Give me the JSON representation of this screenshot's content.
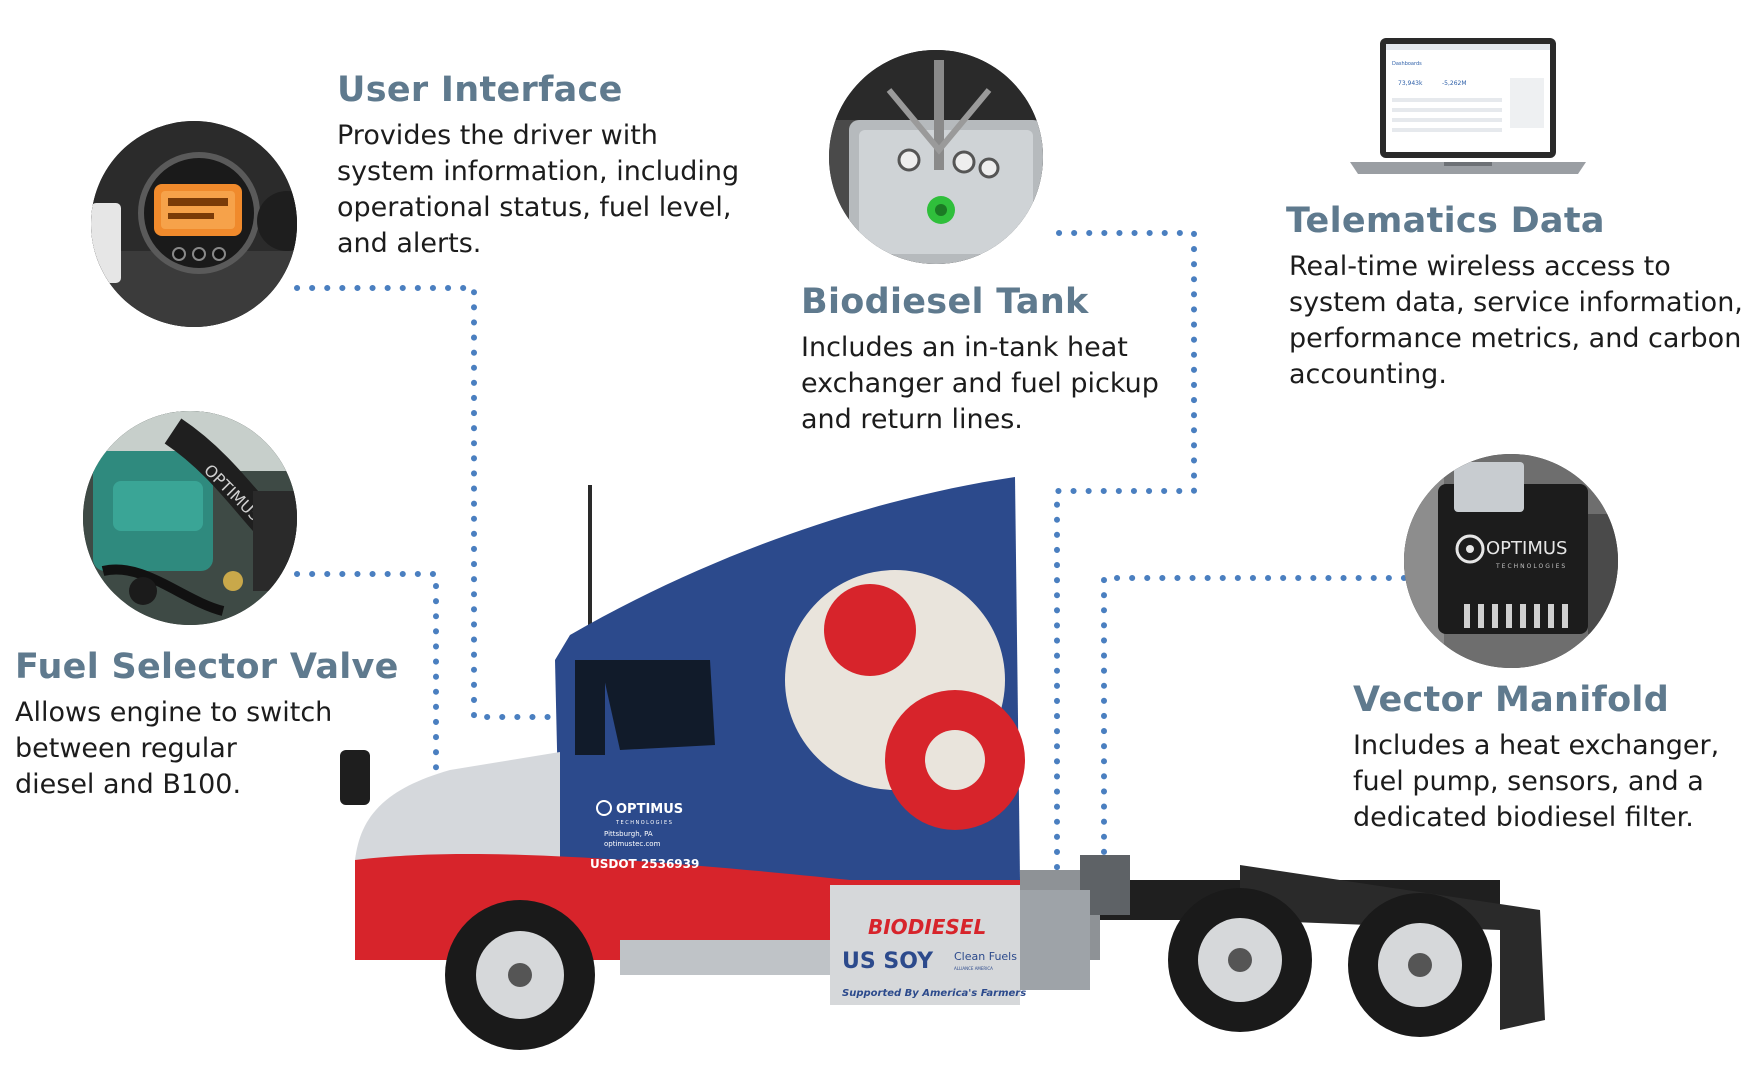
{
  "callouts": {
    "user_interface": {
      "title": "User Interface",
      "lines": [
        "Provides the driver with",
        "system information, including",
        "operational status, fuel level,",
        "and alerts."
      ],
      "photo_icon": "dashboard-display-icon"
    },
    "fuel_selector_valve": {
      "title": "Fuel Selector Valve",
      "lines": [
        "Allows engine to switch",
        "between regular",
        "diesel and B100."
      ],
      "photo_icon": "engine-valve-icon"
    },
    "biodiesel_tank": {
      "title": "Biodiesel Tank",
      "lines": [
        "Includes an in-tank heat",
        "exchanger and fuel pickup",
        "and return lines."
      ],
      "photo_icon": "fuel-tank-icon"
    },
    "telematics_data": {
      "title": "Telematics Data",
      "lines": [
        "Real-time wireless access to",
        "system data, service information,",
        "performance metrics, and carbon",
        "accounting."
      ],
      "photo_icon": "laptop-icon"
    },
    "vector_manifold": {
      "title": "Vector Manifold",
      "lines": [
        "Includes a heat exchanger,",
        "fuel pump, sensors, and a",
        "dedicated biodiesel filter."
      ],
      "photo_icon": "manifold-unit-icon"
    }
  },
  "truck": {
    "company_logo": "OPTIMUS",
    "company_sub": "TECHNOLOGIES",
    "city": "Pittsburgh, PA",
    "website": "optimustec.com",
    "usdot": "USDOT 2536939",
    "biodiesel_logo": "BIODIESEL",
    "ussoy_logo": "US SOY",
    "cleanfuels_logo": "Clean Fuels",
    "cleanfuels_sub": "ALLIANCE AMERICA",
    "supported_by": "Supported By America's Farmers"
  },
  "laptop_screen": {
    "header": "Dashboards",
    "metric_a": "73,943k",
    "metric_b": "-5,262M"
  },
  "manifold_logo": {
    "brand": "OPTIMUS",
    "sub": "TECHNOLOGIES"
  },
  "colors": {
    "title": "#5f7a8e",
    "dots": "#4a7fc0",
    "truck_blue": "#2c4a8c",
    "truck_red": "#d7242b",
    "truck_grey": "#d5d8dc"
  }
}
